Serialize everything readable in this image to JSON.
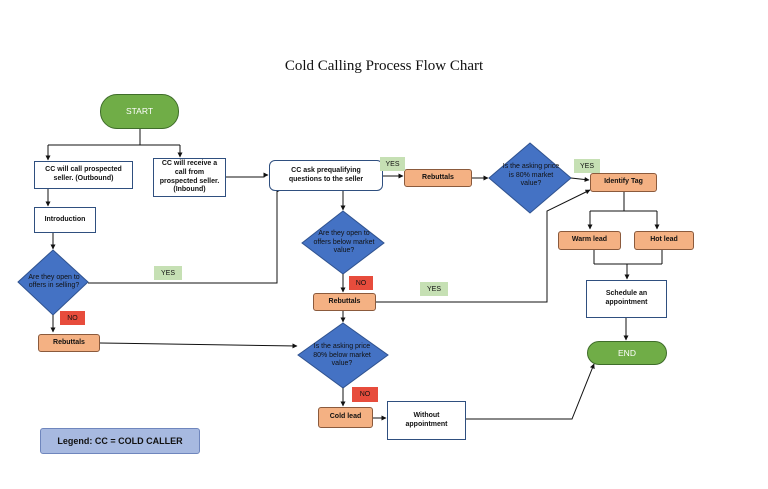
{
  "title": "Cold Calling Process Flow Chart",
  "nodes": {
    "start": "START",
    "cc_call_outbound": "CC will call prospected seller. (Outbound)",
    "cc_receive_inbound": "CC will receive a call from prospected seller. (Inbound)",
    "introduction": "Introduction",
    "open_selling": "Are they open to offers in selling?",
    "rebuttals_left": "Rebuttals",
    "prequalifying": "CC ask prequalifying questions to the seller",
    "rebuttals_top": "Rebuttals",
    "asking_price_top": "Is the asking price is 80% market value?",
    "identify_tag": "Identify Tag",
    "warm_lead": "Warm lead",
    "hot_lead": "Hot lead",
    "schedule": "Schedule an appointment",
    "end": "END",
    "open_below_market": "Are they open to offers below market value?",
    "rebuttals_mid": "Rebuttals",
    "asking_price_mid": "Is the asking price 80% below market value?",
    "cold_lead": "Cold lead",
    "without_appointment": "Without appointment"
  },
  "tags": {
    "yes_1": "YES",
    "no_1": "NO",
    "yes_2": "YES",
    "yes_3": "YES",
    "no_2": "NO",
    "yes_4": "YES",
    "no_3": "NO"
  },
  "legend": "Legend: CC = COLD CALLER",
  "colors": {
    "diamond": "#4472c4",
    "process_orange": "#f4b183",
    "terminal_green": "#70ad47",
    "yes_tag": "#c6e0b4",
    "no_tag": "#e74c3c",
    "legend_fill": "#a7b9e0"
  }
}
